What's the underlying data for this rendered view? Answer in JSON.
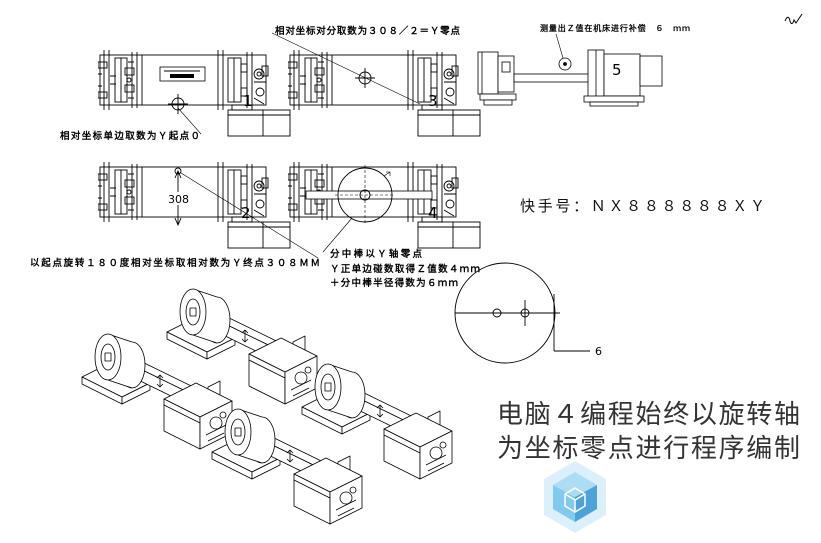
{
  "drawing": {
    "annotations": {
      "top_center": "相对坐标对分取数为３０８／２＝Ｙ零点",
      "top_right": "测量出Ｚ值在机床进行补偿　６　ｍｍ",
      "y_start": "相对坐标单边取数为Ｙ起点０",
      "y_end": "以起点旋转１８０度相对坐标取相对数为Ｙ终点３０８ＭＭ",
      "edge_finder": [
        "分中棒以Ｙ轴零点",
        "Ｙ正单边碰数取得Ｚ值数４ｍｍ",
        "＋分中棒半径得数为６ｍｍ"
      ]
    },
    "dimension": "308",
    "detail_callout": "6",
    "fixture_labels": [
      "1",
      "2",
      "3",
      "4",
      "5"
    ]
  },
  "contact": "快手号：ＮＸ８８８８８８ＸＹ",
  "caption": [
    "电脑４编程始终以旋转轴",
    "为坐标零点进行程序编制"
  ],
  "icons": {
    "watermark": "cube-logo",
    "signature": "signature-mark"
  },
  "colors": {
    "ink": "#000000",
    "caption": "#333333",
    "logo_light": "#d6eefb",
    "logo_mid": "#6cc0ec",
    "logo_dark": "#2f92d4"
  }
}
